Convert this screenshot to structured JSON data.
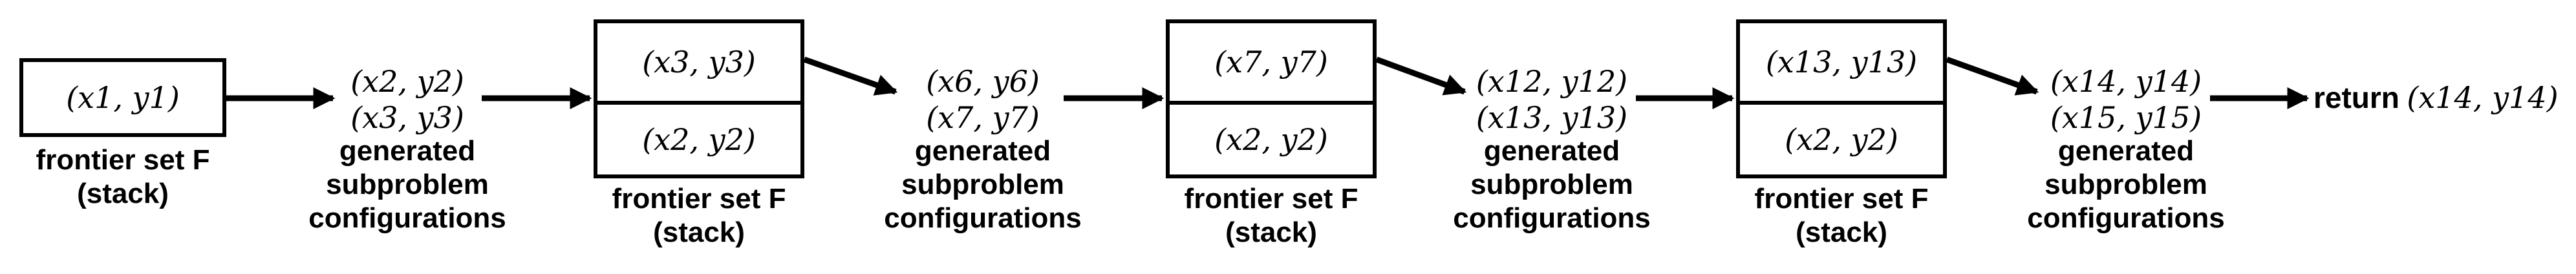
{
  "stacks": [
    {
      "entries": [
        "(x1, y1)"
      ],
      "label_line1": "frontier set F",
      "label_line2": "(stack)"
    },
    {
      "entries": [
        "(x3, y3)",
        "(x2, y2)"
      ],
      "label_line1": "frontier set F",
      "label_line2": "(stack)"
    },
    {
      "entries": [
        "(x7, y7)",
        "(x2, y2)"
      ],
      "label_line1": "frontier set F",
      "label_line2": "(stack)"
    },
    {
      "entries": [
        "(x13, y13)",
        "(x2, y2)"
      ],
      "label_line1": "frontier set F",
      "label_line2": "(stack)"
    }
  ],
  "generated": [
    {
      "configs": [
        "(x2, y2)",
        "(x3, y3)"
      ],
      "label_line1": "generated",
      "label_line2": "subproblem",
      "label_line3": "configurations"
    },
    {
      "configs": [
        "(x6, y6)",
        "(x7, y7)"
      ],
      "label_line1": "generated",
      "label_line2": "subproblem",
      "label_line3": "configurations"
    },
    {
      "configs": [
        "(x12, y12)",
        "(x13, y13)"
      ],
      "label_line1": "generated",
      "label_line2": "subproblem",
      "label_line3": "configurations"
    },
    {
      "configs": [
        "(x14, y14)",
        "(x15, y15)"
      ],
      "label_line1": "generated",
      "label_line2": "subproblem",
      "label_line3": "configurations"
    }
  ],
  "result": {
    "word": "return",
    "value": "(x14, y14)"
  }
}
